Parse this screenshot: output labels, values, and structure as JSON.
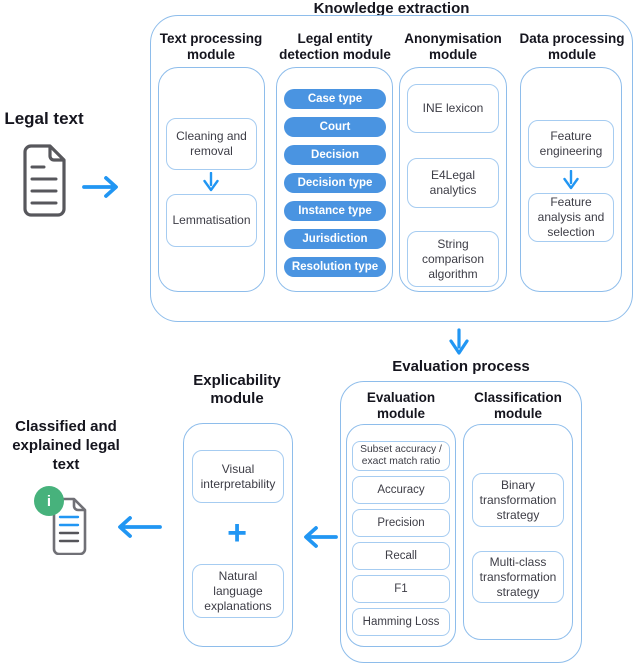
{
  "diagram": {
    "knowledge_extraction": {
      "title": "Knowledge extraction",
      "text_processing": {
        "title": "Text processing module",
        "steps": [
          "Cleaning and removal",
          "Lemmatisation"
        ]
      },
      "legal_entity_detection": {
        "title": "Legal entity detection module",
        "entities": [
          "Case type",
          "Court",
          "Decision",
          "Decision type",
          "Instance type",
          "Jurisdiction",
          "Resolution type"
        ]
      },
      "anonymisation": {
        "title": "Anonymisation module",
        "components": [
          "INE lexicon",
          "E4Legal analytics",
          "String comparison algorithm"
        ]
      },
      "data_processing": {
        "title": "Data processing module",
        "steps": [
          "Feature engineering",
          "Feature analysis and selection"
        ]
      }
    },
    "evaluation_process": {
      "title": "Evaluation process",
      "evaluation_module": {
        "title": "Evaluation module",
        "metrics": [
          "Subset accuracy / exact match ratio",
          "Accuracy",
          "Precision",
          "Recall",
          "F1",
          "Hamming Loss"
        ]
      },
      "classification_module": {
        "title": "Classification module",
        "strategies": [
          "Binary transformation strategy",
          "Multi-class transformation strategy"
        ]
      }
    },
    "explicability_module": {
      "title": "Explicability module",
      "components": [
        "Visual interpretability",
        "Natural language explanations"
      ],
      "combiner": "+"
    },
    "input": {
      "label": "Legal text"
    },
    "output": {
      "label": "Classified and explained legal text",
      "badge": "i"
    }
  },
  "colors": {
    "accent_blue": "#2196f3",
    "pill_blue": "#4a94e1",
    "border_blue": "#8ebdeb",
    "cell_border_blue": "#a6ccf1",
    "badge_green": "#47b27c",
    "text_dark": "#15151e",
    "text_body": "#3d3d46"
  }
}
